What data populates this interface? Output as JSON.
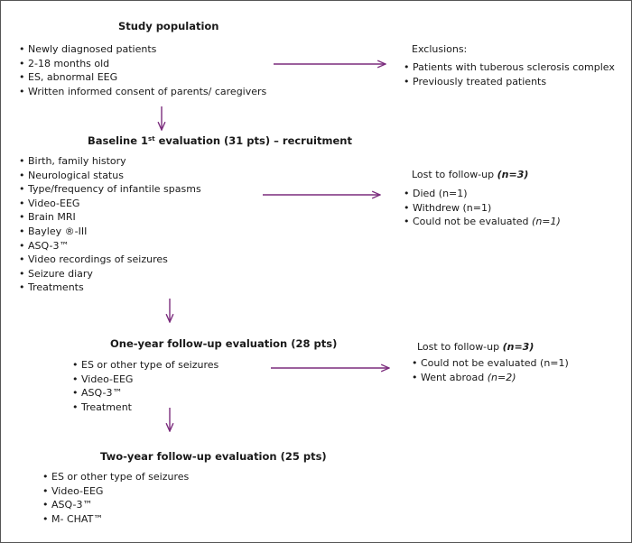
{
  "colors": {
    "arrow": "#7b2c7d",
    "border": "#555555",
    "text": "#1a1a1a"
  },
  "study_population": {
    "title": "Study population",
    "items": [
      "Newly diagnosed patients",
      "2-18 months old",
      "ES, abnormal EEG",
      "Written informed consent of parents/ caregivers"
    ]
  },
  "exclusions": {
    "title": "Exclusions:",
    "items": [
      "Patients with tuberous sclerosis complex",
      "Previously treated patients"
    ]
  },
  "baseline": {
    "title_pre": "Baseline 1",
    "title_sup": "st",
    "title_post": " evaluation (31 pts) – recruitment",
    "items": [
      "Birth, family history",
      "Neurological status",
      "Type/frequency of infantile spasms",
      "Video-EEG",
      "Brain MRI",
      "Bayley ®-III",
      "ASQ-3™",
      "Video recordings of seizures",
      "Seizure diary",
      "Treatments"
    ]
  },
  "lost1": {
    "title": "Lost to follow-up",
    "title_n": "(n=3)",
    "items": [
      {
        "text": "Died (n=1)",
        "suffix": ""
      },
      {
        "text": "Withdrew (n=1)",
        "suffix": ""
      },
      {
        "text": "Could not be evaluated ",
        "suffix": "(n=1)"
      }
    ]
  },
  "one_year": {
    "title": "One-year follow-up evaluation (28 pts)",
    "items": [
      "ES or other type of seizures",
      "Video-EEG",
      "ASQ-3™",
      "Treatment"
    ]
  },
  "lost2": {
    "title": "Lost to follow-up ",
    "title_n": "(n=3)",
    "items": [
      {
        "text": "Could not be evaluated (n=1)",
        "suffix": ""
      },
      {
        "text": "Went abroad ",
        "suffix": "(n=2)"
      }
    ]
  },
  "two_year": {
    "title": "Two-year follow-up evaluation (25 pts)",
    "items": [
      "ES or other type of seizures",
      "Video-EEG",
      "ASQ-3™",
      "M- CHAT™"
    ]
  }
}
